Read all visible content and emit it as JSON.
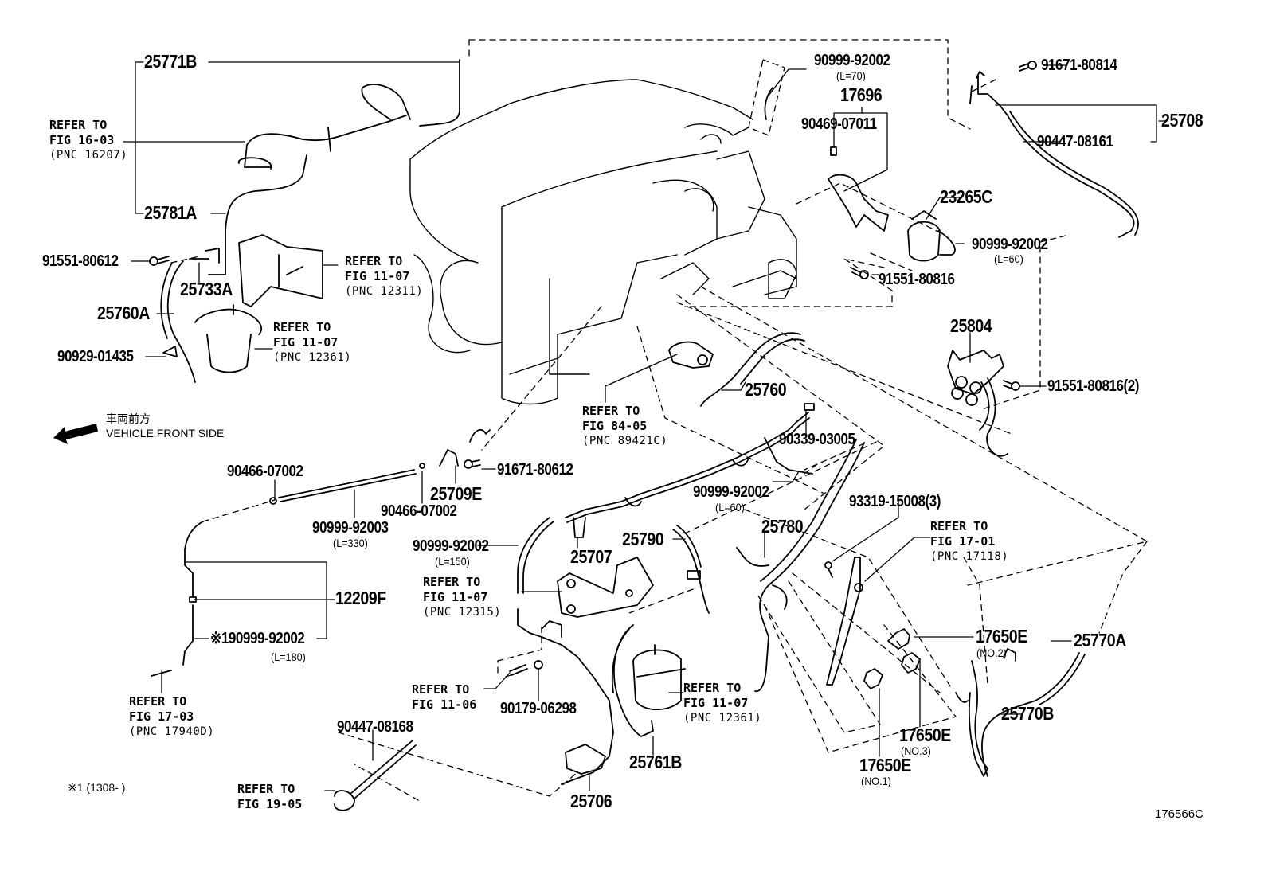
{
  "diagram": {
    "title": "Vacuum piping parts diagram",
    "figure_id": "176566C",
    "footnote": "※1 (1308-      )",
    "direction": {
      "icon": "arrow-left-icon",
      "label_jp": "車両前方",
      "label_en": "VEHICLE FRONT SIDE"
    }
  },
  "parts": {
    "p25771B": "25771B",
    "p25781A": "25781A",
    "p91551_80612": "91551-80612",
    "p25733A": "25733A",
    "p25760A": "25760A",
    "p90929_01435": "90929-01435",
    "p90999_92002_l70": "90999-92002",
    "p90999_92002_l70_len": "(L=70)",
    "p17696": "17696",
    "p90469_07011": "90469-07011",
    "p23265C": "23265C",
    "p90999_92002_l60a": "90999-92002",
    "p90999_92002_l60a_len": "(L=60)",
    "p91551_80816": "91551-80816",
    "p91671_80814": "91671-80814",
    "p25708": "25708",
    "p90447_08161": "90447-08161",
    "p25804": "25804",
    "p91551_80816_2": "91551-80816(2)",
    "p25760": "25760",
    "p90339_03005": "90339-03005",
    "p90999_92002_l60b": "90999-92002",
    "p90999_92002_l60b_len": "(L=60)",
    "p93319_15008": "93319-15008(3)",
    "p25780": "25780",
    "p90466_07002_a": "90466-07002",
    "p90466_07002_b": "90466-07002",
    "p25709E": "25709E",
    "p91671_80612": "91671-80612",
    "p90999_92003": "90999-92003",
    "p90999_92003_len": "(L=330)",
    "p90999_92002_l150": "90999-92002",
    "p90999_92002_l150_len": "(L=150)",
    "p25707": "25707",
    "p25790": "25790",
    "p12209F": "12209F",
    "p90999_92002_l180": "※190999-92002",
    "p90999_92002_l180_len": "(L=180)",
    "p17650E_no2": "17650E",
    "p17650E_no2_sub": "(NO.2)",
    "p25770A": "25770A",
    "p25770B": "25770B",
    "p17650E_no3": "17650E",
    "p17650E_no3_sub": "(NO.3)",
    "p17650E_no1": "17650E",
    "p17650E_no1_sub": "(NO.1)",
    "p90179_06298": "90179-06298",
    "p90447_08168": "90447-08168",
    "p25761B": "25761B",
    "p25706": "25706"
  },
  "references": {
    "fig16_03": {
      "line1": "REFER TO",
      "line2": "FIG 16-03",
      "line3": "(PNC 16207)"
    },
    "fig11_07_a": {
      "line1": "REFER TO",
      "line2": "FIG 11-07",
      "line3": "(PNC 12311)"
    },
    "fig11_07_b": {
      "line1": "REFER TO",
      "line2": "FIG 11-07",
      "line3": "(PNC 12361)"
    },
    "fig84_05": {
      "line1": "REFER TO",
      "line2": "FIG 84-05",
      "line3": "(PNC 89421C)"
    },
    "fig17_01": {
      "line1": "REFER TO",
      "line2": "FIG 17-01",
      "line3": "(PNC 17118)"
    },
    "fig11_07_c": {
      "line1": "REFER TO",
      "line2": "FIG 11-07",
      "line3": "(PNC 12315)"
    },
    "fig17_03": {
      "line1": "REFER TO",
      "line2": "FIG 17-03",
      "line3": "(PNC 17940D)"
    },
    "fig11_06": {
      "line1": "REFER TO",
      "line2": "FIG 11-06"
    },
    "fig11_07_d": {
      "line1": "REFER TO",
      "line2": "FIG 11-07",
      "line3": "(PNC 12361)"
    },
    "fig19_05": {
      "line1": "REFER TO",
      "line2": "FIG 19-05"
    }
  }
}
